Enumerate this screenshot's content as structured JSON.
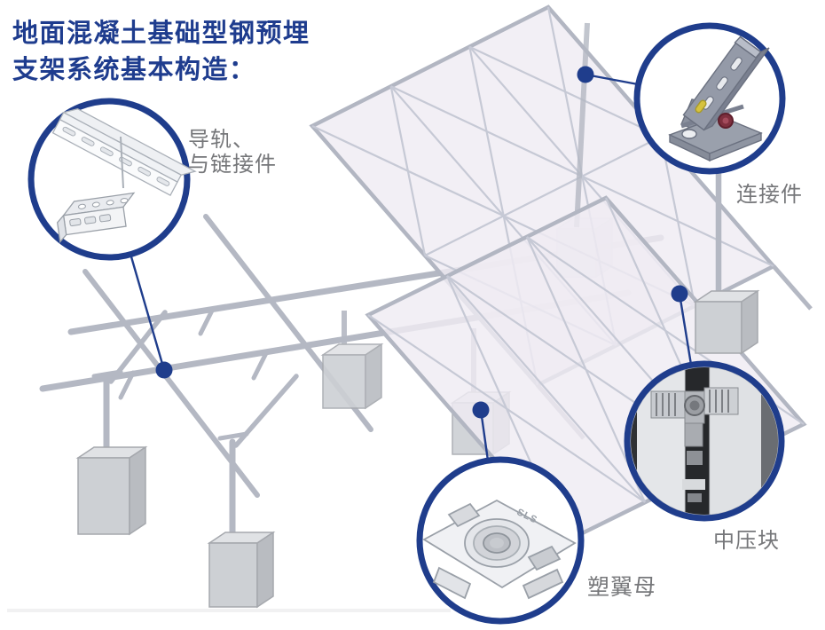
{
  "title": {
    "line1": "地面混凝土基础型钢预埋",
    "line2": "支架系统基本构造："
  },
  "callouts": {
    "rail": {
      "label_line1": "导轨、",
      "label_line2": "与链接件"
    },
    "connector": {
      "label": "连接件"
    },
    "mid_clamp": {
      "label": "中压块"
    },
    "wing_nut": {
      "label": "塑翼母"
    }
  },
  "markings": {
    "wing_nut_stamp": "SLS"
  },
  "colors": {
    "accent_navy": "#1f3d8c",
    "title_navy": "#1e3c8e",
    "label_gray": "#76777a",
    "frame_gray": "#b4b8c3",
    "panel_lavender": "#efebf3",
    "concrete_gray": "#cdd0d4"
  }
}
